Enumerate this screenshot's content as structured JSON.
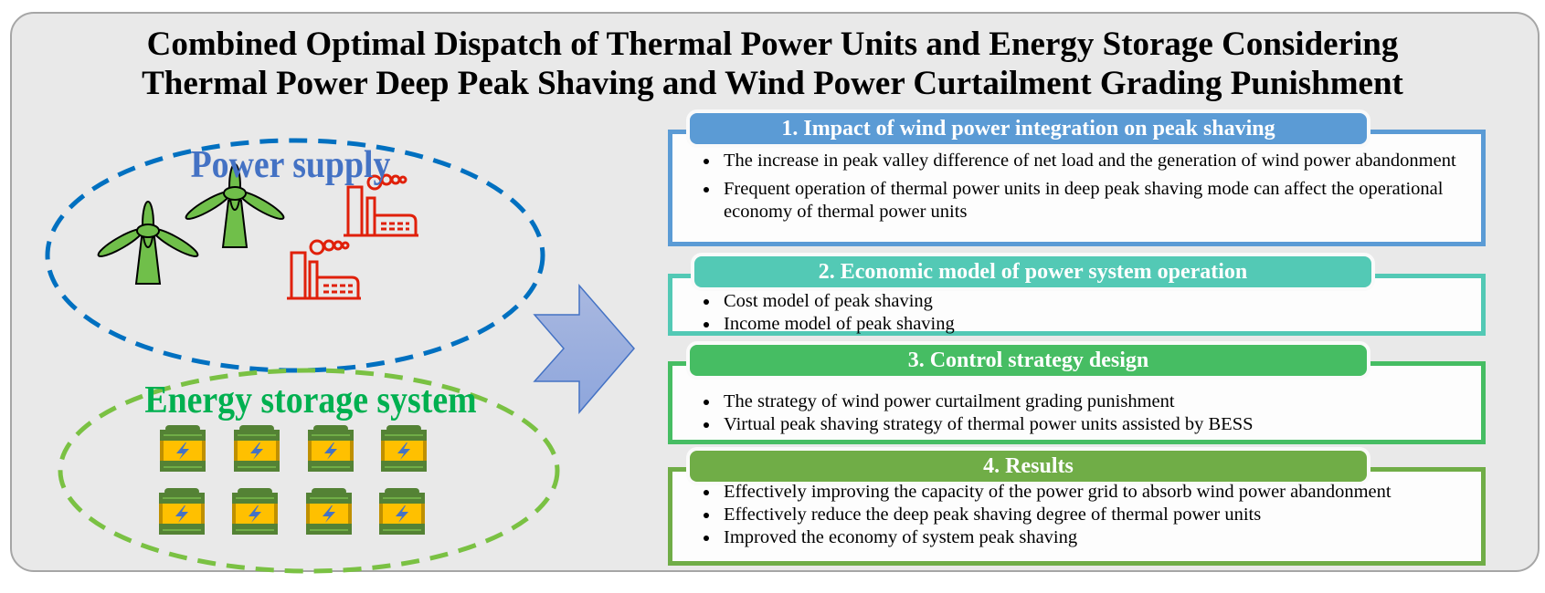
{
  "title": {
    "line1": "Combined Optimal Dispatch of Thermal Power Units and Energy Storage Considering",
    "line2": "Thermal Power Deep Peak Shaving and Wind Power Curtailment Grading Punishment"
  },
  "left": {
    "power_supply_label": "Power supply",
    "energy_storage_label": "Energy storage system"
  },
  "sections": [
    {
      "heading": "1. Impact of wind power integration on peak shaving",
      "color": "#5b9bd5",
      "bullets": [
        "The increase in peak valley difference of net load and the generation of wind power abandonment",
        "Frequent operation of thermal power units in deep peak shaving mode can affect the operational economy of thermal power units"
      ]
    },
    {
      "heading": "2. Economic model of power system operation",
      "color": "#53c9b5",
      "bullets": [
        "Cost model of peak shaving",
        "Income model of peak shaving"
      ]
    },
    {
      "heading": "3. Control strategy design",
      "color": "#46bd63",
      "bullets": [
        "The strategy of wind power curtailment grading punishment",
        "Virtual peak shaving strategy of thermal power units assisted by BESS"
      ]
    },
    {
      "heading": "4. Results",
      "color": "#70ad47",
      "bullets": [
        "Effectively improving the capacity of the power grid to absorb wind power abandonment",
        "Effectively reduce the deep peak shaving degree of thermal power units",
        "Improved the economy of system peak shaving"
      ]
    }
  ]
}
